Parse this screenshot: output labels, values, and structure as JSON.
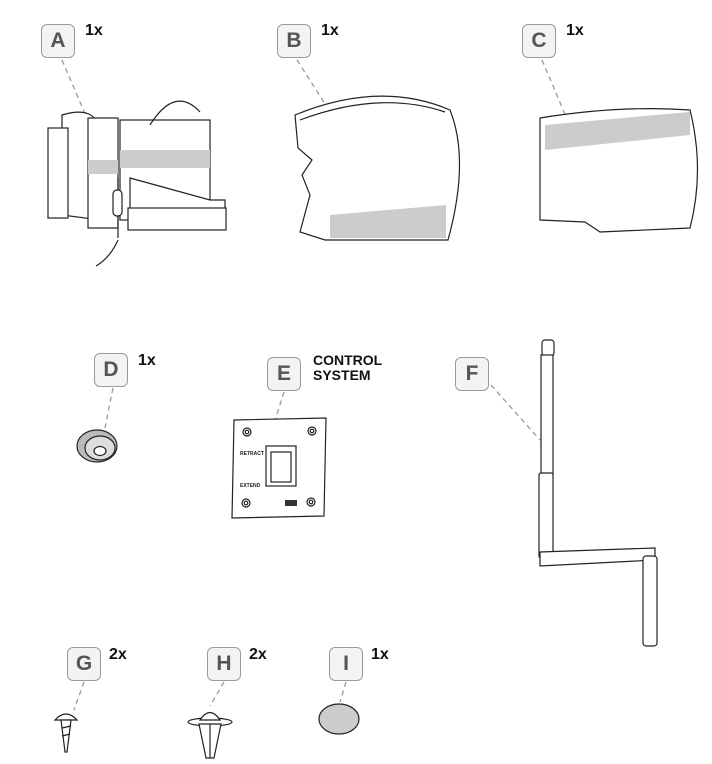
{
  "parts": [
    {
      "id": "A",
      "qty": "1x"
    },
    {
      "id": "B",
      "qty": "1x"
    },
    {
      "id": "C",
      "qty": "1x"
    },
    {
      "id": "D",
      "qty": "1x"
    },
    {
      "id": "E",
      "qty": "CONTROL SYSTEM",
      "qty_line1": "CONTROL",
      "qty_line2": "SYSTEM"
    },
    {
      "id": "F",
      "qty": ""
    },
    {
      "id": "G",
      "qty": "2x"
    },
    {
      "id": "H",
      "qty": "2x"
    },
    {
      "id": "I",
      "qty": "1x"
    }
  ],
  "switch_panel": {
    "retract": "RETRACT",
    "extend": "EXTEND"
  },
  "colors": {
    "label_border": "#9a9a9a",
    "label_fill": "#f3f3f3",
    "label_text": "#555555",
    "shade": "#cccccc"
  }
}
